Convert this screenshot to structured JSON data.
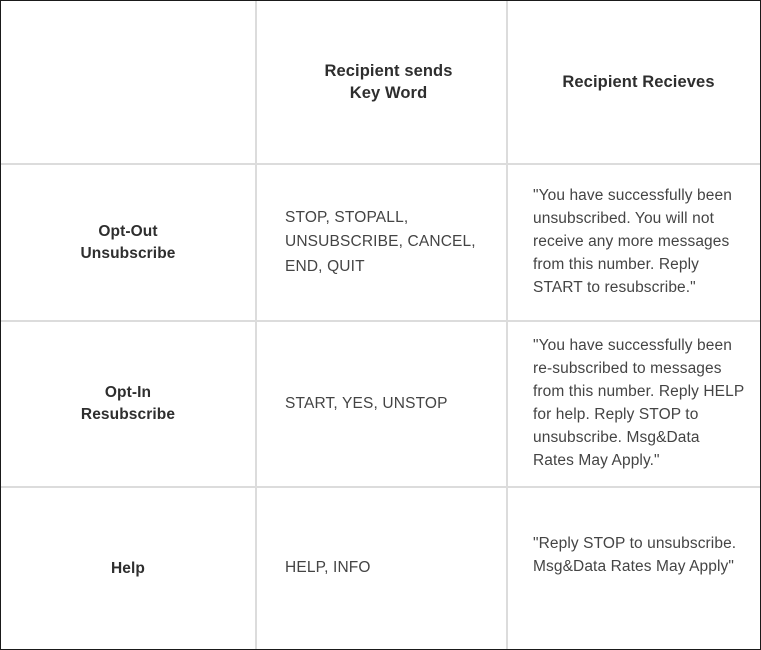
{
  "table": {
    "headers": {
      "category": "",
      "keyword": "Recipient sends\nKey Word",
      "keyword_line1": "Recipient sends",
      "keyword_line2": "Key Word",
      "message": "Recipient Recieves"
    },
    "rows": [
      {
        "category_line1": "Opt-Out",
        "category_line2": "Unsubscribe",
        "category": "Opt-Out Unsubscribe",
        "keywords": "STOP, STOPALL, UNSUBSCRIBE, CANCEL, END, QUIT",
        "keyword_list": [
          "STOP",
          "STOPALL",
          "UNSUBSCRIBE",
          "CANCEL",
          "END",
          "QUIT"
        ],
        "message": "\"You have successfully been unsubscribed. You will not receive any more messages from this number. Reply START to resubscribe.\""
      },
      {
        "category_line1": "Opt-In",
        "category_line2": "Resubscribe",
        "category": "Opt-In Resubscribe",
        "keywords": "START, YES, UNSTOP",
        "keyword_list": [
          "START",
          "YES",
          "UNSTOP"
        ],
        "message": "\"You have successfully been re-subscribed to messages from this number. Reply HELP for help. Reply STOP to unsubscribe. Msg&Data Rates May Apply.\""
      },
      {
        "category_line1": "Help",
        "category_line2": "",
        "category": "Help",
        "keywords": "HELP, INFO",
        "keyword_list": [
          "HELP",
          "INFO"
        ],
        "message": "\"Reply STOP to unsubscribe. Msg&Data Rates May Apply\""
      }
    ]
  },
  "colors": {
    "outer_border": "#1a1a1a",
    "grid_line": "#dcdcdc",
    "heading_text": "#2e2e2e",
    "body_text": "#444444",
    "background": "#ffffff"
  }
}
